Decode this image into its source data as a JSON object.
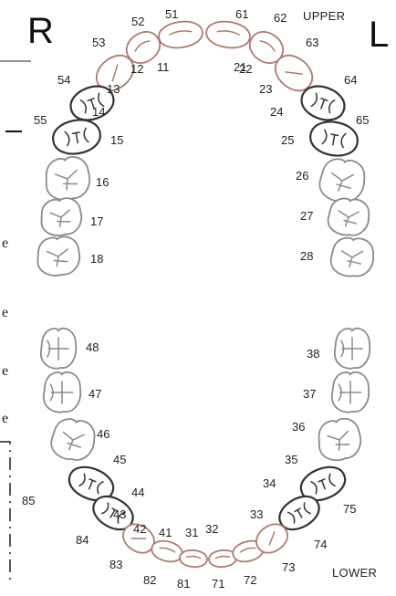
{
  "header": {
    "right_label": "R",
    "left_label": "L",
    "upper_label": "UPPER",
    "lower_label": "LOWER"
  },
  "edge_fragment": {
    "letters": [
      "e",
      "e",
      "e",
      "e"
    ]
  },
  "colors": {
    "primary": "#b07a6f",
    "permanent_premolar": "#333333",
    "permanent_molar": "#8a8a8a"
  },
  "teeth": [
    {
      "id": "51",
      "label": "51",
      "kind": "primary",
      "shape": "incisor"
    },
    {
      "id": "52",
      "label": "52",
      "kind": "primary",
      "shape": "incisor"
    },
    {
      "id": "53",
      "label": "53",
      "kind": "primary",
      "shape": "canine"
    },
    {
      "id": "61",
      "label": "61",
      "kind": "primary",
      "shape": "incisor"
    },
    {
      "id": "62",
      "label": "62",
      "kind": "primary",
      "shape": "incisor"
    },
    {
      "id": "63",
      "label": "63",
      "kind": "primary",
      "shape": "canine"
    },
    {
      "id": "54",
      "label": "54",
      "kind": "permanent_premolar",
      "shape": "premolar"
    },
    {
      "id": "55",
      "label": "55",
      "kind": "permanent_premolar",
      "shape": "premolar"
    },
    {
      "id": "64",
      "label": "64",
      "kind": "permanent_premolar",
      "shape": "premolar"
    },
    {
      "id": "65",
      "label": "65",
      "kind": "permanent_premolar",
      "shape": "premolar"
    },
    {
      "id": "16",
      "label": "16",
      "kind": "permanent_molar",
      "shape": "molar"
    },
    {
      "id": "17",
      "label": "17",
      "kind": "permanent_molar",
      "shape": "molar"
    },
    {
      "id": "18",
      "label": "18",
      "kind": "permanent_molar",
      "shape": "molar"
    },
    {
      "id": "26",
      "label": "26",
      "kind": "permanent_molar",
      "shape": "molar"
    },
    {
      "id": "27",
      "label": "27",
      "kind": "permanent_molar",
      "shape": "molar"
    },
    {
      "id": "28",
      "label": "28",
      "kind": "permanent_molar",
      "shape": "molar"
    },
    {
      "id": "48",
      "label": "48",
      "kind": "permanent_molar",
      "shape": "lower-molar"
    },
    {
      "id": "47",
      "label": "47",
      "kind": "permanent_molar",
      "shape": "lower-molar"
    },
    {
      "id": "46",
      "label": "46",
      "kind": "permanent_molar",
      "shape": "molar"
    },
    {
      "id": "38",
      "label": "38",
      "kind": "permanent_molar",
      "shape": "lower-molar"
    },
    {
      "id": "37",
      "label": "37",
      "kind": "permanent_molar",
      "shape": "lower-molar"
    },
    {
      "id": "36",
      "label": "36",
      "kind": "permanent_molar",
      "shape": "molar"
    },
    {
      "id": "85",
      "label": "85",
      "kind": "permanent_premolar",
      "shape": "premolar"
    },
    {
      "id": "84",
      "label": "84",
      "kind": "permanent_premolar",
      "shape": "premolar"
    },
    {
      "id": "75",
      "label": "75",
      "kind": "permanent_premolar",
      "shape": "premolar"
    },
    {
      "id": "74",
      "label": "74",
      "kind": "permanent_premolar",
      "shape": "premolar"
    },
    {
      "id": "83",
      "label": "83",
      "kind": "primary",
      "shape": "canine"
    },
    {
      "id": "82",
      "label": "82",
      "kind": "primary",
      "shape": "incisor"
    },
    {
      "id": "81",
      "label": "81",
      "kind": "primary",
      "shape": "incisor"
    },
    {
      "id": "71",
      "label": "71",
      "kind": "primary",
      "shape": "incisor"
    },
    {
      "id": "72",
      "label": "72",
      "kind": "primary",
      "shape": "incisor"
    },
    {
      "id": "73",
      "label": "73",
      "kind": "primary",
      "shape": "canine"
    }
  ],
  "inner_labels": [
    "11",
    "12",
    "13",
    "14",
    "15",
    "21",
    "22",
    "23",
    "24",
    "25",
    "41",
    "42",
    "43",
    "44",
    "45",
    "31",
    "32",
    "33",
    "34",
    "35"
  ]
}
